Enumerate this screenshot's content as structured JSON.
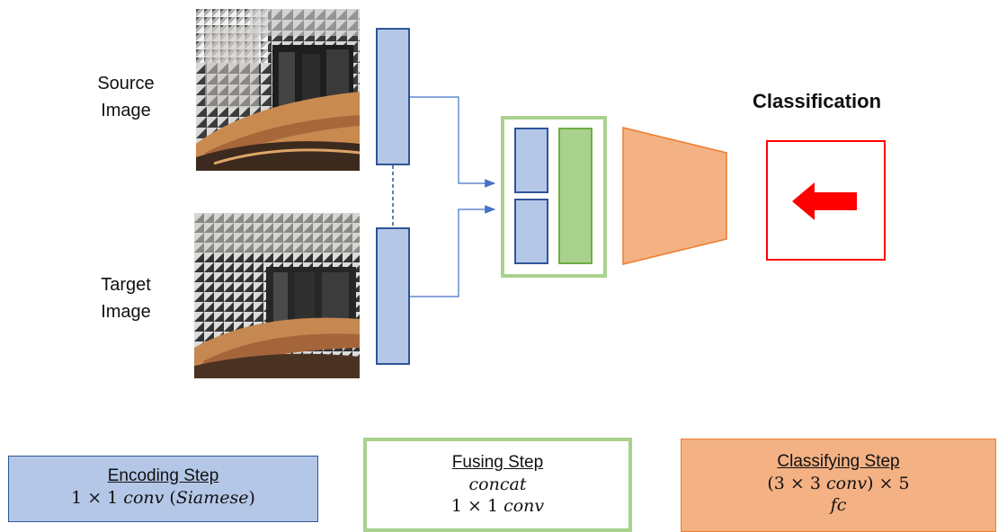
{
  "source_label": [
    "Source",
    "Image"
  ],
  "target_label": [
    "Target",
    "Image"
  ],
  "classification_title": "Classification",
  "legend": {
    "encoding": {
      "title": "Encoding Step",
      "line1_plain": "1 × 1 ",
      "line1_italic": "conv",
      "line1_paren_open": " (",
      "line1_paren_italic": "Siamese",
      "line1_paren_close": ")"
    },
    "fusing": {
      "title": "Fusing Step",
      "line1": "concat",
      "line2_plain": "1 × 1 ",
      "line2_italic": "conv"
    },
    "classifying": {
      "title": "Classifying Step",
      "line1_open": "(3 × 3 ",
      "line1_italic": "conv",
      "line1_close": ") × 5",
      "line2": "fc"
    }
  },
  "colors": {
    "encode_fill": "#b4c7e7",
    "encode_border": "#2f5597",
    "fuse_border": "#a9d18e",
    "classifier_fill": "#f4b183",
    "classifier_border": "#ed7d31",
    "arrow_red": "#ff0000",
    "connector": "#4472c4"
  },
  "icons": {
    "classification_arrow": "left-arrow-icon"
  }
}
